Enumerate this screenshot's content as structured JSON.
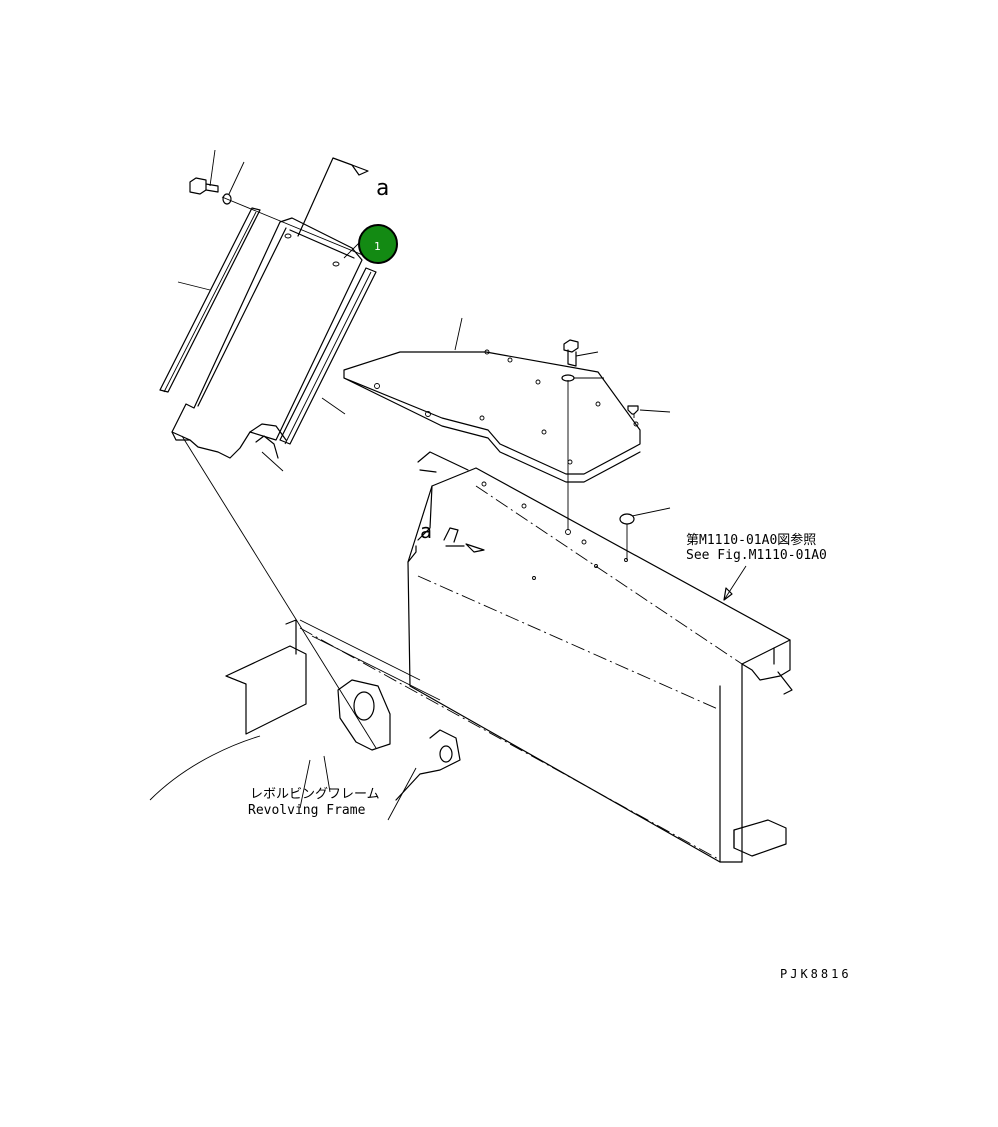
{
  "callout": {
    "number": "1",
    "color": "#138a13",
    "ring": "#000000"
  },
  "view_marker": {
    "letter": "a"
  },
  "notes": {
    "jp_ref": "第M1110-01A0図参照",
    "en_ref": "See Fig.M1110-01A0"
  },
  "frame_label": {
    "jp": "レボルビングフレーム",
    "en": "Revolving Frame"
  },
  "drawing_code": "PJK8816"
}
